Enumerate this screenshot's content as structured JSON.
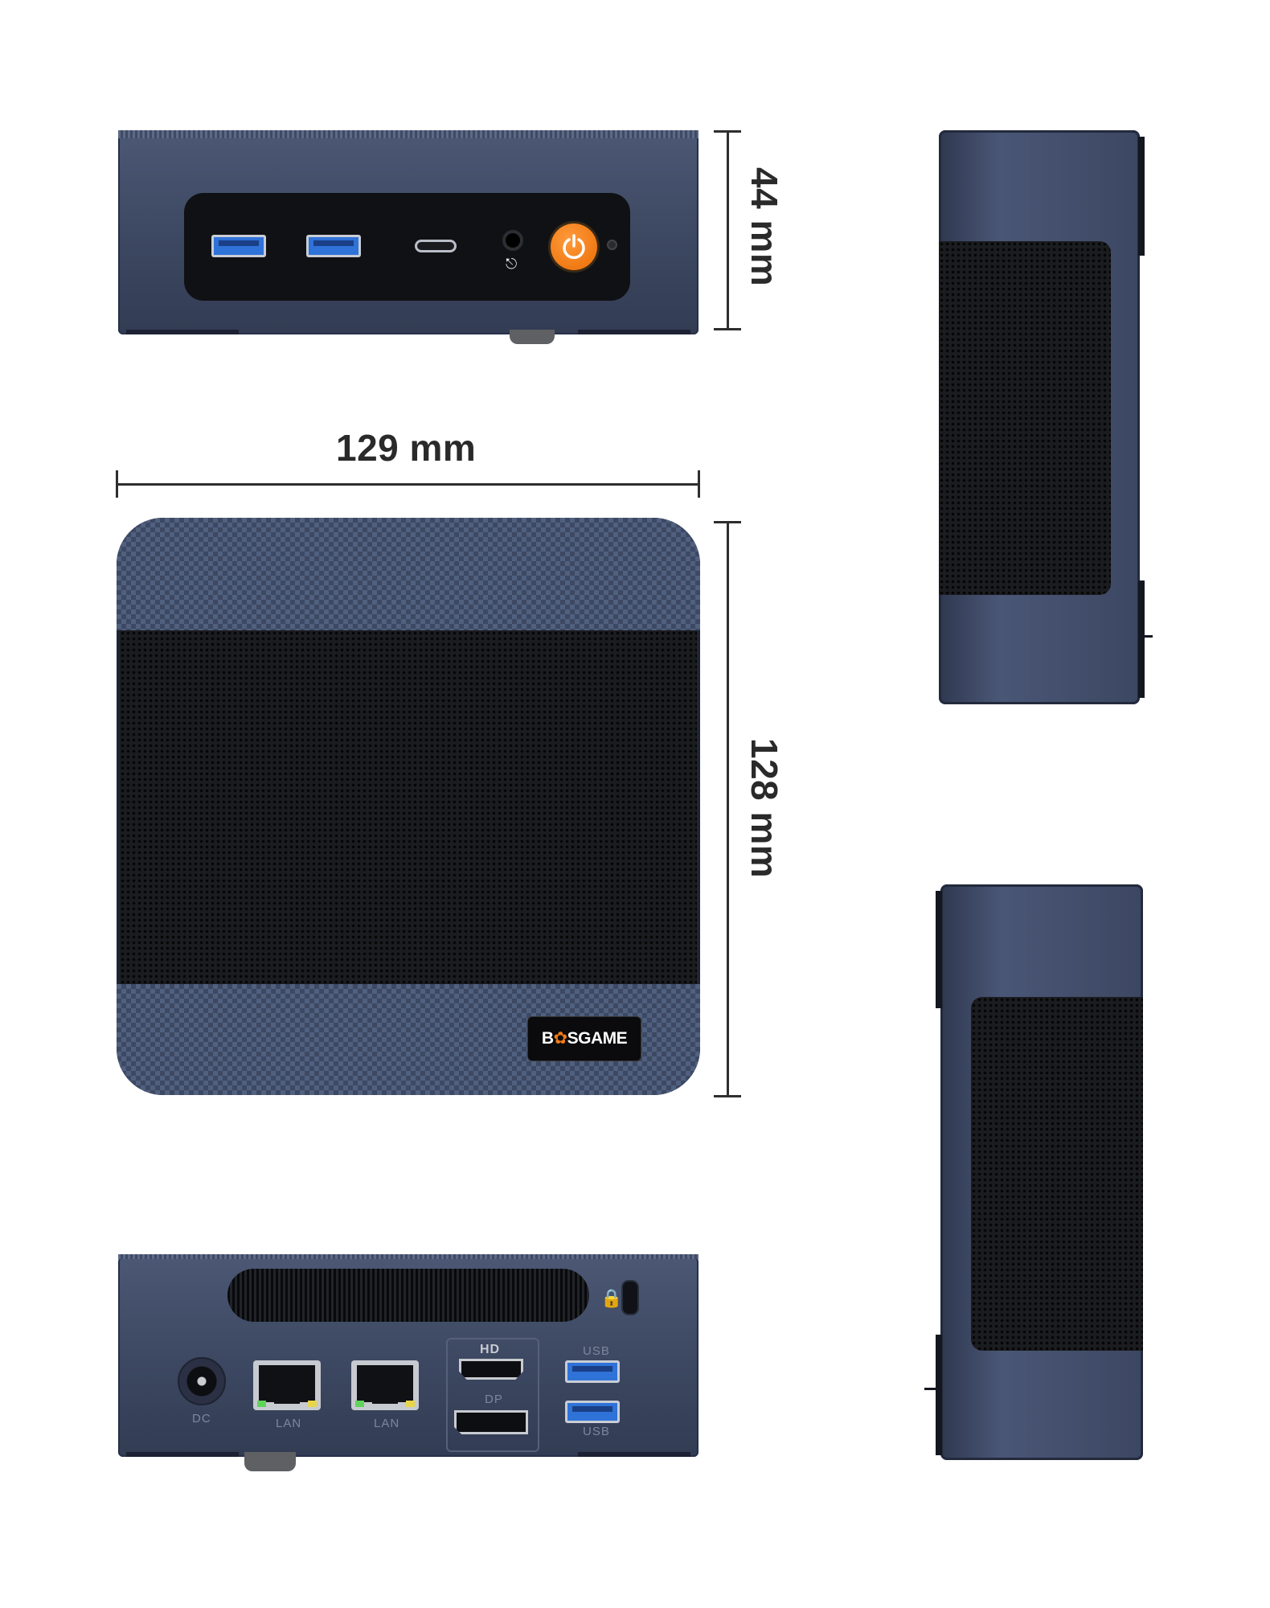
{
  "dimensions": {
    "height": "44 mm",
    "width": "129 mm",
    "depth": "128 mm"
  },
  "front_panel": {
    "ports": [
      "usb-a",
      "usb-a",
      "usb-c",
      "audio-jack",
      "power-button"
    ],
    "accent_color": "#f07a14",
    "usb_color": "#2f72d8"
  },
  "top_cover": {
    "brand_logo": "BOSGAME"
  },
  "rear_panel": {
    "labels": {
      "dc": "DC",
      "lan_1": "LAN",
      "lan_2": "LAN",
      "hdmi": "HD",
      "dp": "DP",
      "usb_top": "USB",
      "usb_bottom": "USB"
    }
  },
  "colors": {
    "chassis": "#3c4761",
    "mesh": "#1b1c1f",
    "power_button": "#f07a14"
  }
}
